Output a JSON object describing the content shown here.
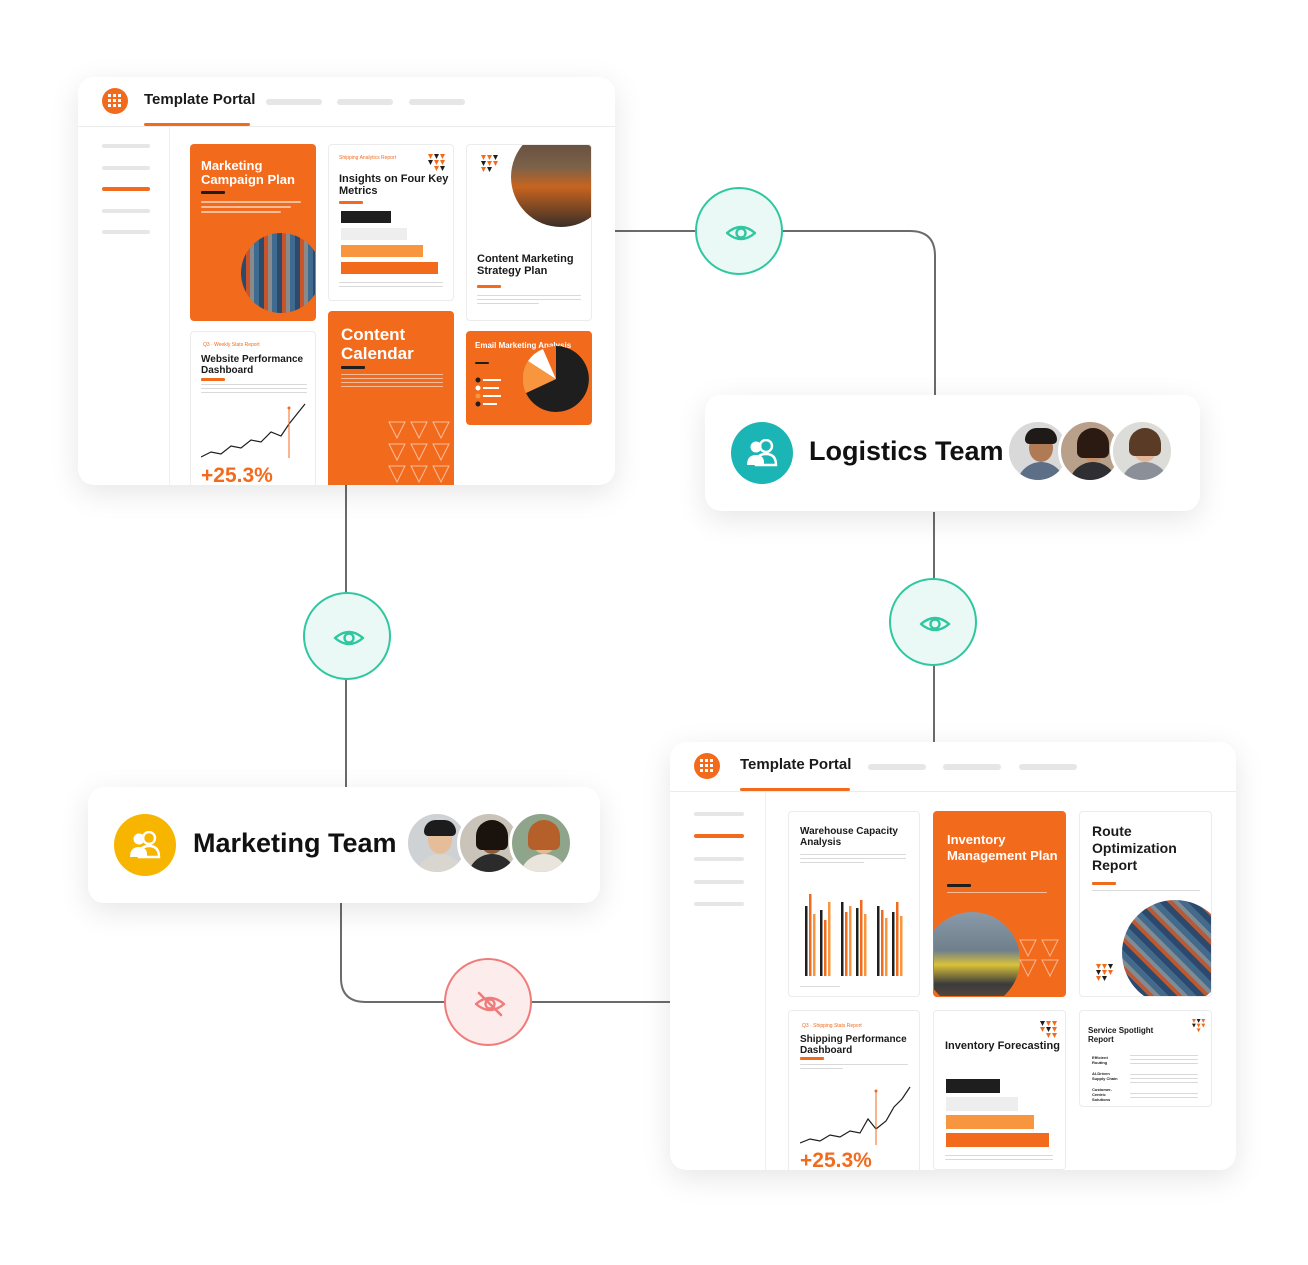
{
  "portal_top": {
    "title": "Template Portal",
    "tiles": {
      "marketing_campaign": {
        "title": "Marketing Campaign Plan"
      },
      "insights": {
        "kicker": "Shipping Analytics Report",
        "title": "Insights on Four Key Metrics"
      },
      "content_strategy": {
        "title": "Content Marketing Strategy Plan"
      },
      "website_dashboard": {
        "kicker": "Q3 · Weekly Stats Report",
        "title": "Website Performance Dashboard",
        "value": "+25.3%"
      },
      "content_calendar": {
        "title": "Content Calendar"
      },
      "email_marketing": {
        "title": "Email Marketing Analysis"
      }
    }
  },
  "portal_bottom": {
    "title": "Template Portal",
    "tiles": {
      "warehouse": {
        "title": "Warehouse Capacity Analysis"
      },
      "inventory_plan": {
        "title": "Inventory Management Plan"
      },
      "route": {
        "title": "Route Optimization Report"
      },
      "shipping_dashboard": {
        "kicker": "Q3 · Shipping Stats Report",
        "title": "Shipping Performance Dashboard",
        "value": "+25.3%"
      },
      "forecasting": {
        "title": "Inventory Forecasting"
      },
      "service_spotlight": {
        "title": "Service Spotlight Report",
        "items": [
          "Efficient Routing",
          "AI-Driven Supply Chain",
          "Customer-Centric Solutions"
        ]
      }
    }
  },
  "teams": {
    "logistics": {
      "name": "Logistics Team",
      "icon": "users-icon",
      "color": "#1cb5b5"
    },
    "marketing": {
      "name": "Marketing Team",
      "icon": "users-icon",
      "color": "#f7b500"
    }
  },
  "visibility": {
    "eye_color": "#2fc7a0",
    "hidden_color": "#f07b7b",
    "icons": [
      "eye-icon",
      "eye-icon",
      "eye-icon",
      "eye-off-icon"
    ]
  },
  "colors": {
    "accent": "#f26b1d",
    "dark": "#1e1e1e"
  }
}
